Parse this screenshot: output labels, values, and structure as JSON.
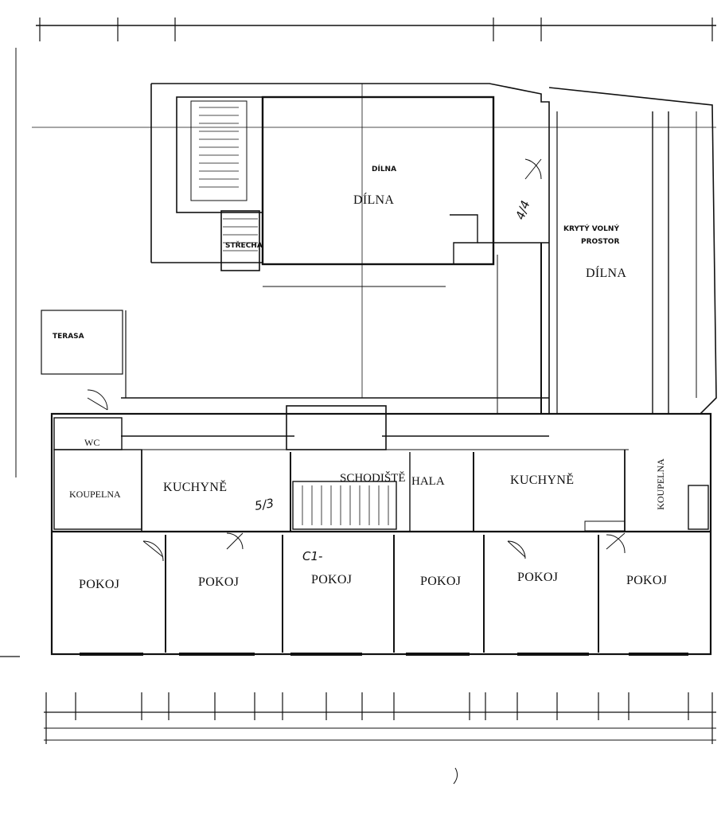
{
  "rooms": {
    "dilna_main": "DÍLNA",
    "dilna_small": "DÍLNA",
    "dilna_right": "DÍLNA",
    "kryty": "KRYTÝ VOLNÝ",
    "prostor": "PROSTOR",
    "terasa": "TERASA",
    "wc_left": "WC",
    "koupelna_left": "KOUPELNA",
    "kuchyne_left": "KUCHYNĚ",
    "schodiste": "SCHODIŠTĚ",
    "hala": "HALA",
    "kuchyne_right": "KUCHYNĚ",
    "koupelna_right": "KOUPELNA",
    "pokoj_1": "POKOJ",
    "pokoj_2": "POKOJ",
    "pokoj_3": "POKOJ",
    "pokoj_4": "POKOJ",
    "pokoj_5": "POKOJ",
    "pokoj_6": "POKOJ",
    "strecha": "STŘECHA"
  },
  "annotations": {
    "note_414": "4/4",
    "note_53": "5/3",
    "note_c": "C1-"
  },
  "colors": {
    "line": "#111111",
    "paper": "#ffffff"
  }
}
